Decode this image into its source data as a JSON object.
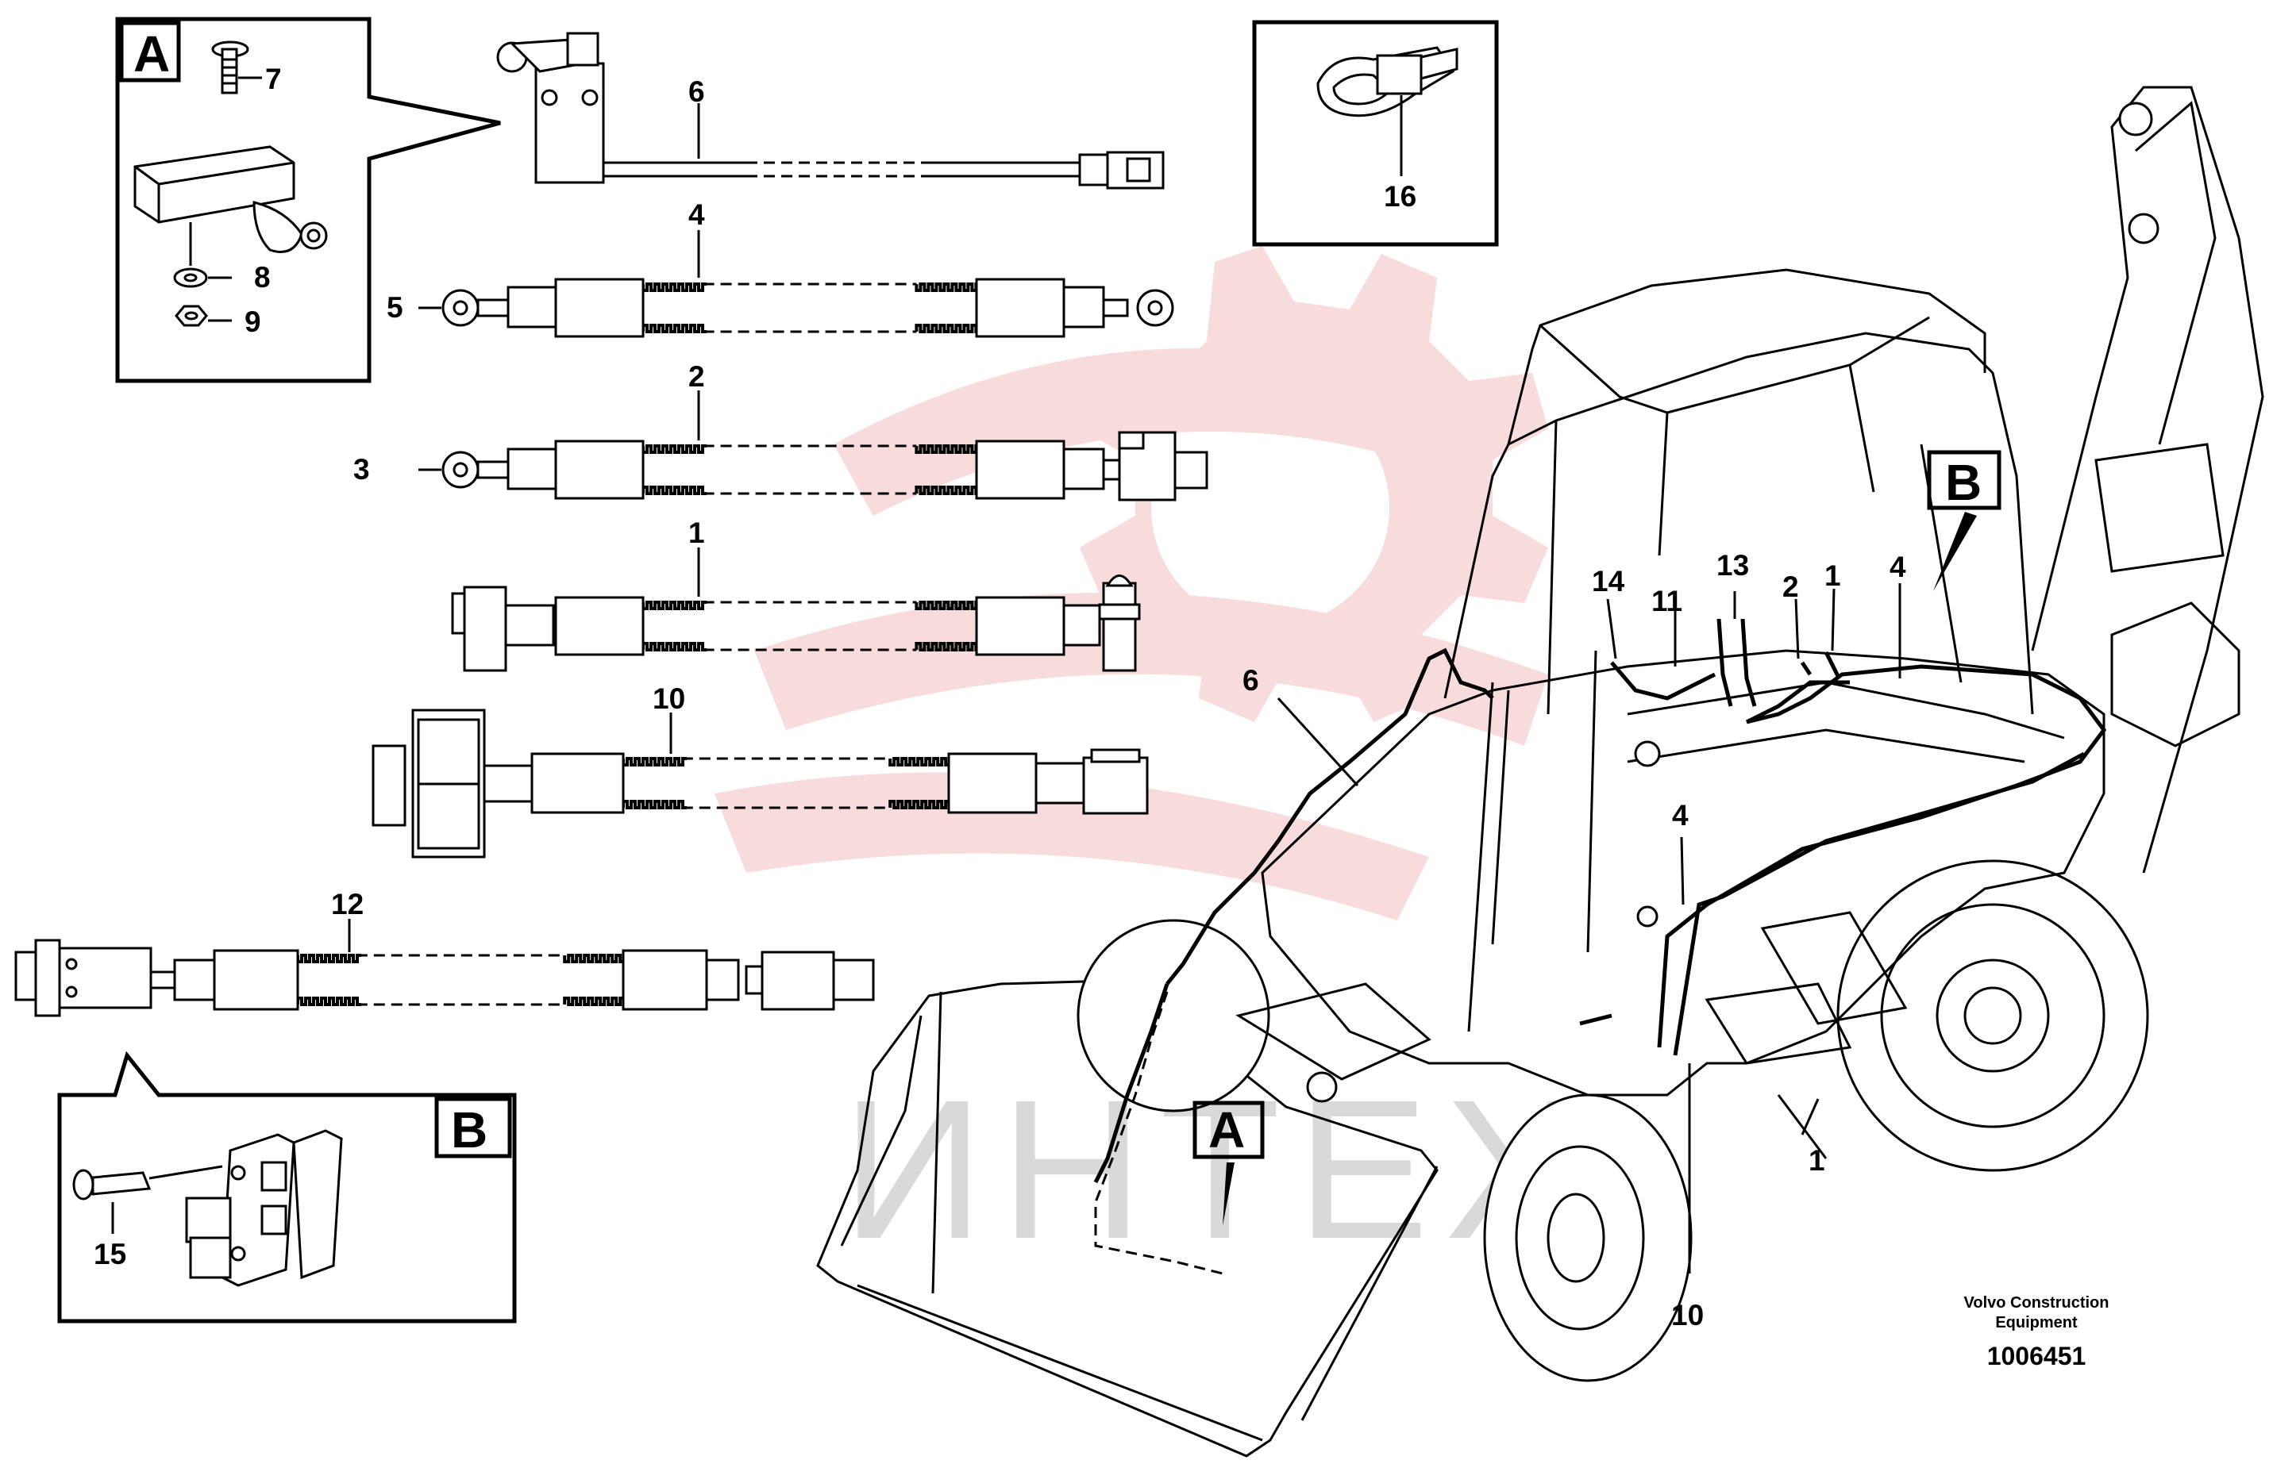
{
  "callouts": {
    "c1": "1",
    "c2": "2",
    "c3": "3",
    "c4": "4",
    "c5": "5",
    "c6": "6",
    "c7": "7",
    "c8": "8",
    "c9": "9",
    "c10": "10",
    "c11": "11",
    "c12": "12",
    "c13": "13",
    "c14": "14",
    "c15": "15",
    "c16": "16"
  },
  "detail_boxes": {
    "a": "A",
    "b": "B"
  },
  "watermark": {
    "text": "ИНТЕХ",
    "color": "#f2b8b8"
  },
  "footer": {
    "company_line1": "Volvo Construction",
    "company_line2": "Equipment",
    "drawing_number": "1006451"
  }
}
